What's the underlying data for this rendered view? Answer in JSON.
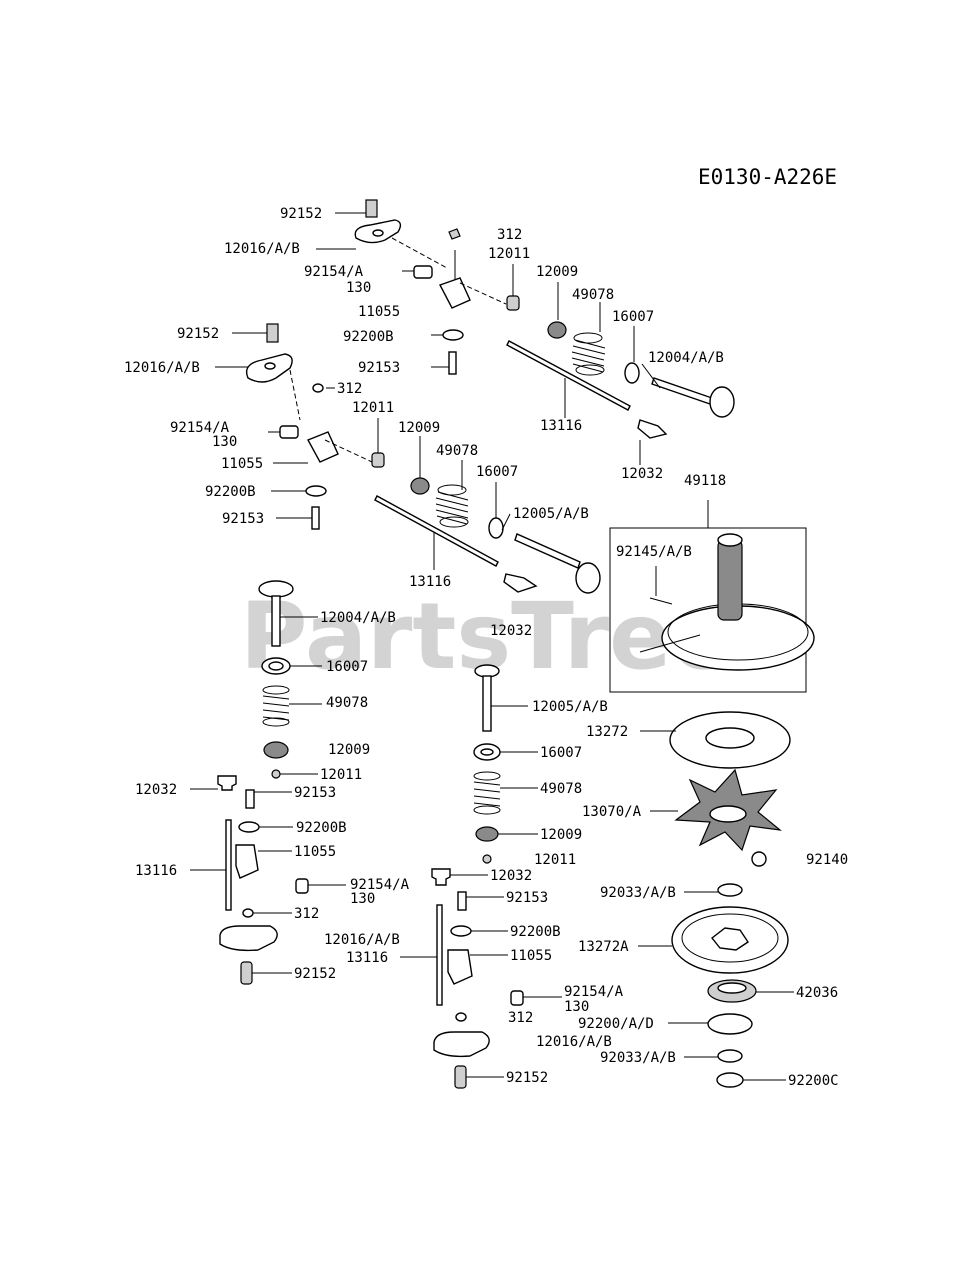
{
  "diagram_code": "E0130-A226E",
  "watermark": "PartsTree",
  "labels": {
    "t92152_1": "92152",
    "t12016_1": "12016/A/B",
    "t92154_1": "92154/A",
    "t130_1": "130",
    "t11055_1": "11055",
    "t312_1": "312",
    "t12011_1": "12011",
    "t12009_1": "12009",
    "t49078_1": "49078",
    "t16007_1": "16007",
    "t12004_1": "12004/A/B",
    "t92200B_1": "92200B",
    "t92153_1": "92153",
    "t13116_1": "13116",
    "t12032_1": "12032",
    "t92152_2": "92152",
    "t12016_2": "12016/A/B",
    "t312_2": "312",
    "t12011_2": "12011",
    "t92154_2": "92154/A",
    "t130_2": "130",
    "t12009_2": "12009",
    "t49078_2": "49078",
    "t11055_2": "11055",
    "t16007_2": "16007",
    "t92200B_2": "92200B",
    "t12005_1": "12005/A/B",
    "t92153_2": "92153",
    "t13116_2": "13116",
    "t12032_2": "12032",
    "t49118": "49118",
    "t92145": "92145/A/B",
    "t12004_2": "12004/A/B",
    "t16007_3": "16007",
    "t49078_3": "49078",
    "t12009_3": "12009",
    "t12011_3": "12011",
    "t12032_3": "12032",
    "t92153_3": "92153",
    "t92200B_3": "92200B",
    "t11055_3": "11055",
    "t13116_3": "13116",
    "t92154_3": "92154/A",
    "t130_3": "130",
    "t312_3": "312",
    "t92152_3": "92152",
    "t12005_2": "12005/A/B",
    "t16007_4": "16007",
    "t49078_4": "49078",
    "t12009_4": "12009",
    "t12011_4": "12011",
    "t12032_4": "12032",
    "t92153_4": "92153",
    "t92200B_4": "92200B",
    "t12016_3": "12016/A/B",
    "t13116_4": "13116",
    "t11055_4": "11055",
    "t92154_4": "92154/A",
    "t130_4": "130",
    "t312_4": "312",
    "t12016_4": "12016/A/B",
    "t92152_4": "92152",
    "t13272": "13272",
    "t13070": "13070/A",
    "t92140": "92140",
    "t92033_1": "92033/A/B",
    "t13272A": "13272A",
    "t42036": "42036",
    "t92200AD": "92200/A/D",
    "t92033_2": "92033/A/B",
    "t92200C": "92200C"
  }
}
